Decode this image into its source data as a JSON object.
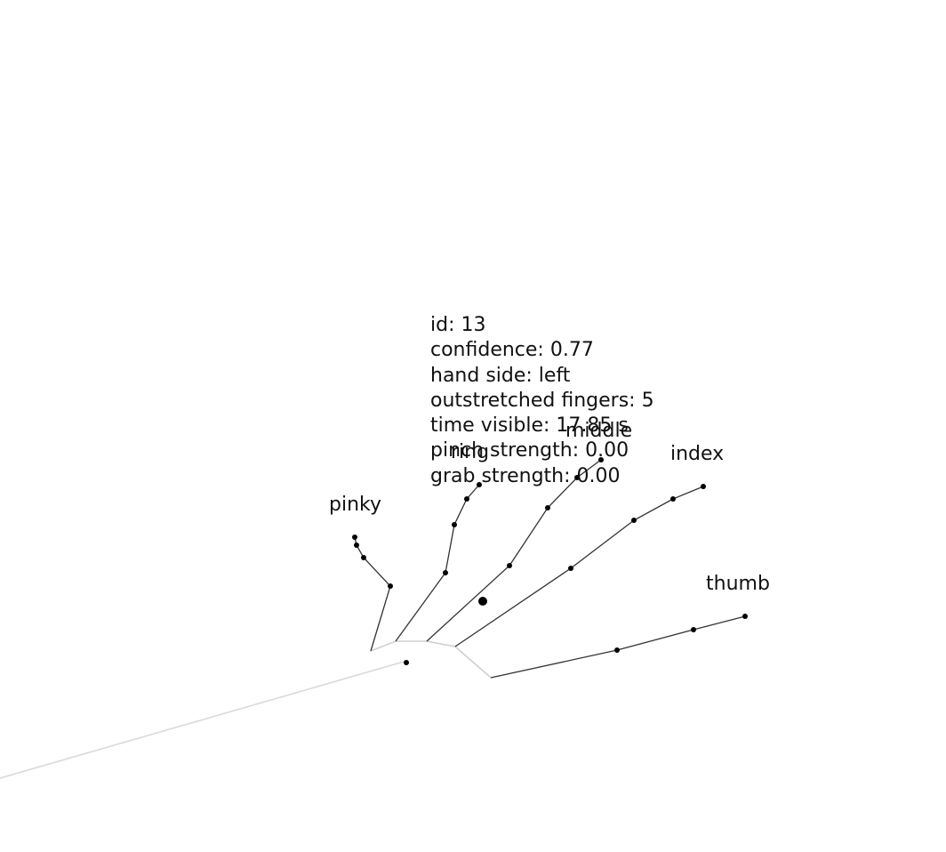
{
  "hand": {
    "id": "id: 13",
    "confidence": "confidence: 0.77",
    "hand_side": "hand side: left",
    "outstretched_fingers": "outstretched fingers: 5",
    "time_visible": "time visible: 17.85 s",
    "pinch_strength": "pinch strength: 0.00",
    "grab_strength": "grab strength: 0.00"
  },
  "fingers": {
    "pinky": "pinky",
    "ring": "ring",
    "middle": "middle",
    "index": "index",
    "thumb": "thumb"
  },
  "colors": {
    "bone": "#333333",
    "arm": "#d9d9d9",
    "palm": "#cfcfcf",
    "joint": "#000000"
  }
}
